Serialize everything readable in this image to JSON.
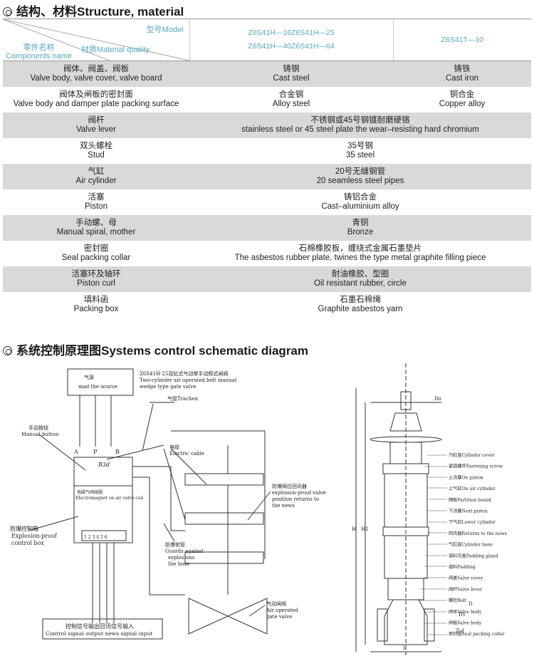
{
  "sections": {
    "structure_title": "结构、材料Structure, material",
    "schematic_title": "系统控制原理图Systems control schematic diagram"
  },
  "table": {
    "header": {
      "model_label": "型号Model",
      "components_cn": "零件名称",
      "components_en": "Components name",
      "material_quality": "材质Material quality",
      "col1_line1": "Z6S41H—16Z6S41H—25",
      "col1_line2": "Z6S41H—40Z6S41H—64",
      "col2": "Z6S41T—10"
    },
    "rows": [
      {
        "cn": "阀体、阀盖、阀板",
        "en": "Valve body, valve cover, valve board",
        "m1_cn": "铸钢",
        "m1_en": "Cast steel",
        "m2_cn": "铸铁",
        "m2_en": "Cast iron"
      },
      {
        "cn": "阀体及闸板的密封面",
        "en": "Valve body and damper plate packing surface",
        "m1_cn": "合金钢",
        "m1_en": "Alloy steel",
        "m2_cn": "铜合金",
        "m2_en": "Copper alloy"
      },
      {
        "cn": "阀杆",
        "en": "Valve lever",
        "m_cn": "不锈钢或45号钢镀耐磨硬铬",
        "m_en": "stainless steel or 45 steel plate the wear–resisting hard chromium"
      },
      {
        "cn": "双头螺栓",
        "en": "Stud",
        "m_cn": "35号钢",
        "m_en": "35 steel"
      },
      {
        "cn": "气缸",
        "en": "Air cylinder",
        "m_cn": "20号无缝钢管",
        "m_en": "20 seamless steel pipes"
      },
      {
        "cn": "活塞",
        "en": "Piston",
        "m_cn": "铸铝合金",
        "m_en": "Cast–aluminium alloy"
      },
      {
        "cn": "手动螺、母",
        "en": "Manual spiral, mother",
        "m_cn": "青铜",
        "m_en": "Bronze"
      },
      {
        "cn": "密封圈",
        "en": "Seal packing collar",
        "m_cn": "石棉橡胶板，缠绕式金属石墨垫片",
        "m_en": "The asbestos rubber plate, twines the type metal graphite filling piece"
      },
      {
        "cn": "活塞环及轴环",
        "en": "Piston curl",
        "m_cn": "耐油橡胶、型圈",
        "m_en": "Oil resistant rubber, circle"
      },
      {
        "cn": "填料函",
        "en": "Packing box",
        "m_cn": "石墨石棉绳",
        "m_en": "Graphite asbestos yarn"
      }
    ]
  },
  "schematic": {
    "source_cn": "气源",
    "source_en": "mad the source",
    "title_line1": "Z6S41H-25双缸式气动带手动楔式闸阀",
    "title_line2": "Two-cylinder air operated belt manual",
    "title_line3": "wedge type gate valve",
    "trachea": "气管Trachea",
    "manual_button_cn": "手动按钮",
    "manual_button_en": "Manual button",
    "port_a": "A",
    "port_p": "P",
    "port_b": "B",
    "b3d": "B3d",
    "electric_cable": "电缆",
    "electric_cable_en": "Electric cable",
    "magnet_valve": "电磁气阀线圈",
    "magnet_valve_en": "Electromagnet on air valve coil",
    "explosion_box_cn": "防爆控制箱",
    "explosion_box_en1": "Explosion-proof",
    "explosion_box_en2": "control box",
    "terminals": "1 2 3 4 5 6",
    "hose_cn": "防爆软管",
    "hose_en1": "Guards against",
    "hose_en2": "explosions",
    "hose_en3": "the hose",
    "position_valve_cn": "防爆阀位回讯器",
    "position_valve_en1": "explosion-proof valve",
    "position_valve_en2": "position returns to",
    "position_valve_en3": "the news",
    "air_gate_cn": "气动闸阀",
    "air_gate_en1": "Air operated",
    "air_gate_en2": "gate valve",
    "signal_cn": "控制信号输出回讯信号输入",
    "signal_en": "Control signal output news signal input",
    "dim_do": "Do",
    "dim_h": "H",
    "dim_h1": "H1",
    "dim_l": "L",
    "dim_d": "D",
    "dim_d1": "D1",
    "dim_z": "Z-d",
    "parts": [
      "汽缸盖Cylinder cover",
      "紧固螺杆Fastening screw",
      "上活塞On piston",
      "上气缸On air cylinder",
      "隔板Partition board",
      "下活塞Next piston",
      "下气缸Lower cylinder",
      "回讯器Returns to the news",
      "气缸座Cylinder base",
      "填料压盖Padding gland",
      "填料Padding",
      "阀盖Valve cover",
      "阀杆Valve lever",
      "螺栓Bolt",
      "阀体Valve body",
      "闸板Valve body",
      "密封圈Seal packing collar"
    ]
  }
}
